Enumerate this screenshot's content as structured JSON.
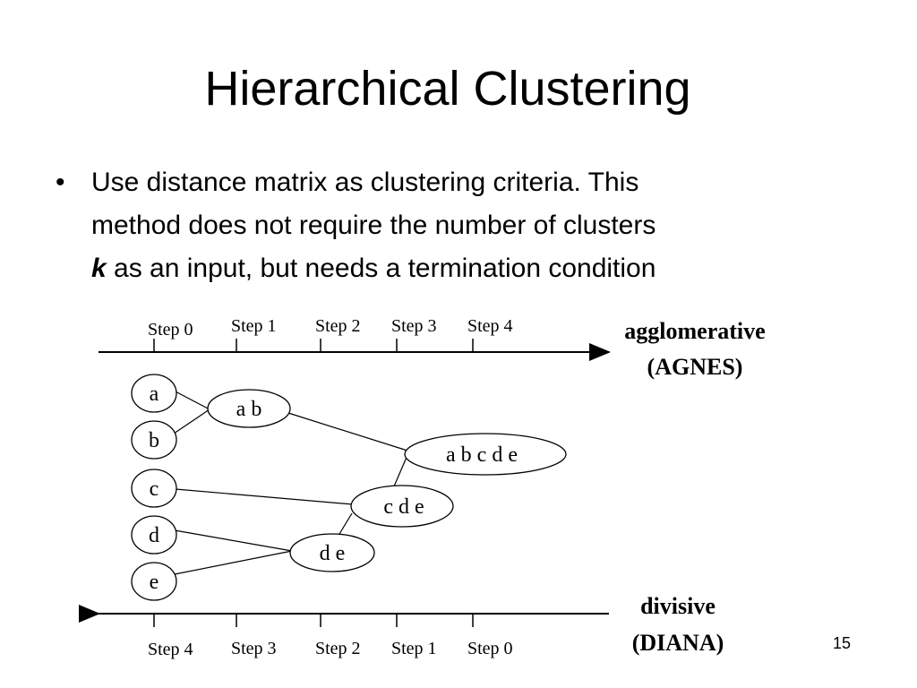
{
  "slide": {
    "title": "Hierarchical Clustering",
    "bullet": {
      "line1": "Use distance matrix as clustering criteria.  This",
      "line2": "method does not require the number of clusters",
      "k": "k",
      "line3_rest": " as an input, but needs a termination condition"
    },
    "page_number": "15"
  },
  "diagram": {
    "top_steps": [
      "Step 0",
      "Step 1",
      "Step 2",
      "Step 3",
      "Step 4"
    ],
    "bottom_steps": [
      "Step 4",
      "Step 3",
      "Step 2",
      "Step 1",
      "Step 0"
    ],
    "agglomerative_label": "agglomerative",
    "agglomerative_abbr": "(AGNES)",
    "divisive_label": "divisive",
    "divisive_abbr": "(DIANA)",
    "nodes": {
      "a": "a",
      "b": "b",
      "c": "c",
      "d": "d",
      "e": "e",
      "ab": "a b",
      "de": "d e",
      "cde": "c d e",
      "abcde": "a b c d e"
    }
  }
}
